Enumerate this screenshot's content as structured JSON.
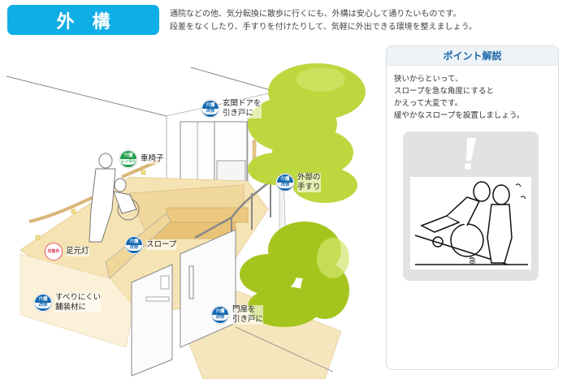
{
  "header": {
    "title": "外構",
    "intro_lines": [
      "通院などの他、気分転換に散歩に行くにも、外構は安心して通りたいものです。",
      "段差をなくしたり、手すりを付けたりして、気軽に外出できる環境を整えましょう。"
    ]
  },
  "badges": {
    "kaishu": {
      "top": "介護",
      "bottom": "改修",
      "color": "#1468b0"
    },
    "rental": {
      "top": "介護",
      "bottom": "レンタル",
      "color": "#1f9e4a"
    },
    "excluded": {
      "label": "対象外",
      "color": "#d8304a"
    }
  },
  "callouts": [
    {
      "id": "entrance-door",
      "badge": "kaishu",
      "lines": [
        "玄関ドアを",
        "引き戸に"
      ]
    },
    {
      "id": "wheelchair",
      "badge": "rental",
      "lines": [
        "車椅子"
      ]
    },
    {
      "id": "outdoor-handrail",
      "badge": "kaishu",
      "lines": [
        "外部の",
        "手すり"
      ]
    },
    {
      "id": "foot-light",
      "badge": "excluded",
      "lines": [
        "足元灯"
      ]
    },
    {
      "id": "slope",
      "badge": "kaishu",
      "lines": [
        "スロープ"
      ]
    },
    {
      "id": "non-slip-paving",
      "badge": "kaishu",
      "lines": [
        "すべりにくい",
        "舗装材に"
      ]
    },
    {
      "id": "gate",
      "badge": "kaishu",
      "lines": [
        "門扉を",
        "引き戸に"
      ]
    }
  ],
  "point_panel": {
    "title": "ポイント解説",
    "body_lines": [
      "狭いからといって、",
      "スロープを急な角度にすると",
      "かえって大変です。",
      "緩やかなスロープを設置しましょう。"
    ],
    "warning_icon": "exclamation-icon",
    "illustration_label": "急"
  },
  "colors": {
    "title_bg": "#10aee6",
    "panel_title": "#1a66a8",
    "foliage": "#b8d832",
    "tile": "#f3deaa"
  }
}
